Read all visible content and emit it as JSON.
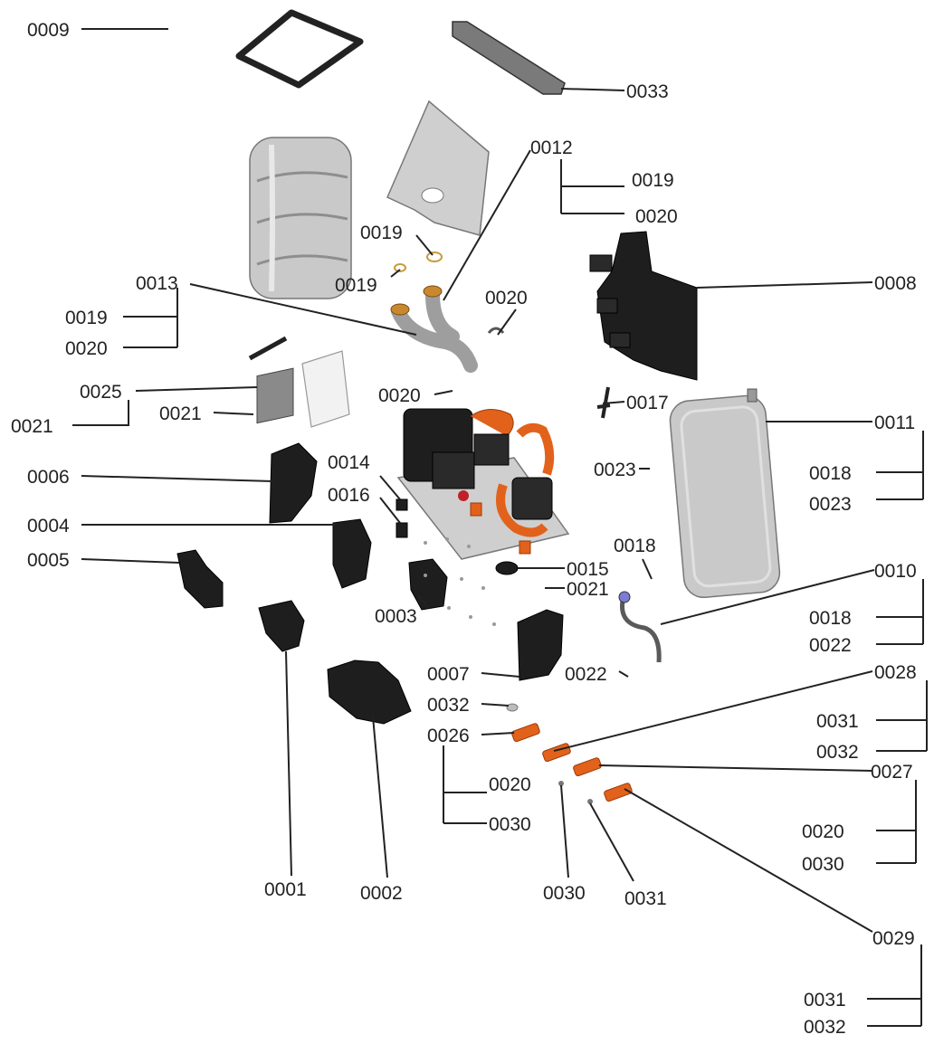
{
  "diagram": {
    "callouts": [
      "0009",
      "0033",
      "0012",
      "0019",
      "0020",
      "0019",
      "0019",
      "0013",
      "0019",
      "0020",
      "0020",
      "0008",
      "0025",
      "0021",
      "0021",
      "0020",
      "0017",
      "0011",
      "0018",
      "0023",
      "0023",
      "0006",
      "0014",
      "0016",
      "0004",
      "0018",
      "0005",
      "0015",
      "0021",
      "0010",
      "0018",
      "0022",
      "0003",
      "0007",
      "0022",
      "0028",
      "0032",
      "0031",
      "0026",
      "0032",
      "0020",
      "0027",
      "0030",
      "0020",
      "0030",
      "0001",
      "0002",
      "0030",
      "0031",
      "0029",
      "0031",
      "0032"
    ]
  }
}
